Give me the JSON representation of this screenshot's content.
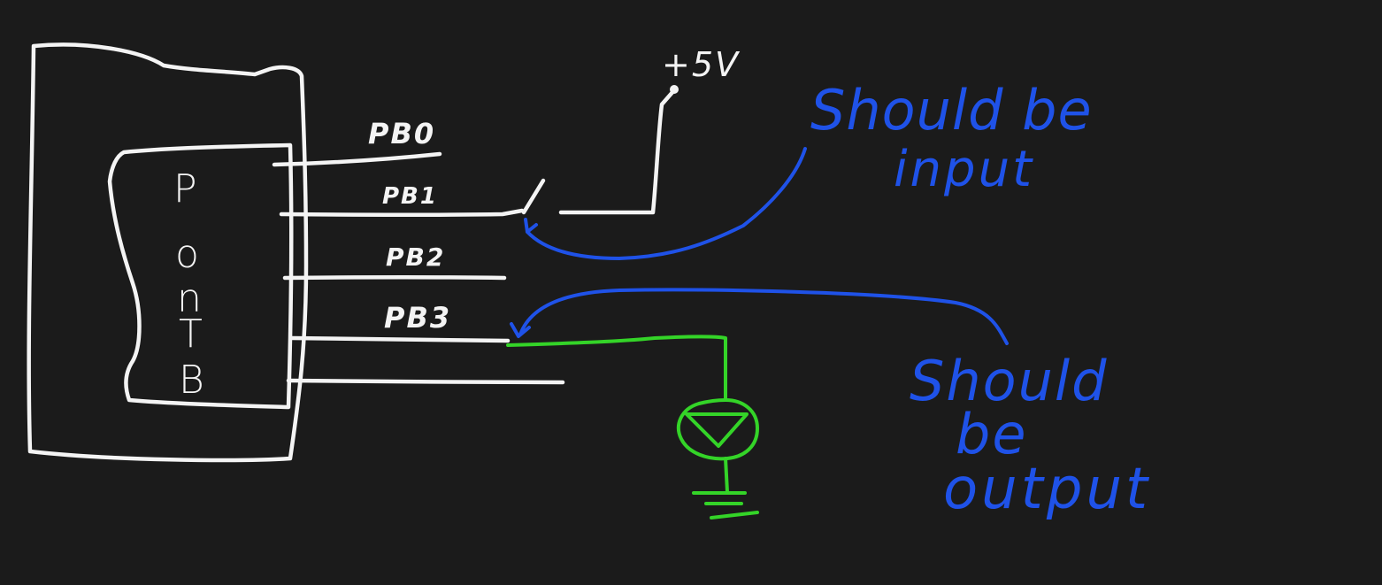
{
  "diagram": {
    "port_letters": [
      "P",
      "o",
      "n",
      "T",
      "B"
    ],
    "pins": {
      "pb0": "PB0",
      "pb1": "PB1",
      "pb2": "PB2",
      "pb3": "PB3"
    },
    "supply_label": "+5V",
    "notes": {
      "input": [
        "Should be",
        "input"
      ],
      "output": [
        "Should",
        "be",
        "output"
      ]
    },
    "colors": {
      "background": "#1b1b1b",
      "wiring": "#f4f4f4",
      "annotation": "#1f52e8",
      "led_circuit": "#34d428"
    }
  }
}
